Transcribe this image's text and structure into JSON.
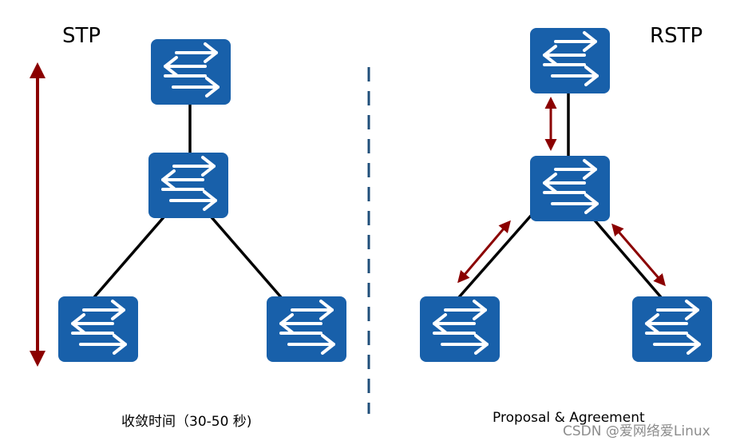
{
  "stp_title": "STP",
  "rstp_title": "RSTP",
  "stp_caption": "收敛时间（30-50 秒)",
  "rstp_caption": "Proposal & Agreement",
  "watermark": "CSDN @爱网络爱Linux",
  "colors": {
    "switch_fill": "#1860aa",
    "switch_arrow": "#ffffff",
    "link": "#000000",
    "convergence_arrow": "#8b0000",
    "divider": "#1f4e79"
  },
  "stp_topology": {
    "switches": [
      "stp-switch-top",
      "stp-switch-middle",
      "stp-switch-bottom-left",
      "stp-switch-bottom-right"
    ],
    "links": [
      [
        "stp-switch-top",
        "stp-switch-middle"
      ],
      [
        "stp-switch-middle",
        "stp-switch-bottom-left"
      ],
      [
        "stp-switch-middle",
        "stp-switch-bottom-right"
      ]
    ]
  },
  "rstp_topology": {
    "switches": [
      "rstp-switch-top",
      "rstp-switch-middle",
      "rstp-switch-bottom-left",
      "rstp-switch-bottom-right"
    ],
    "links": [
      [
        "rstp-switch-top",
        "rstp-switch-middle"
      ],
      [
        "rstp-switch-middle",
        "rstp-switch-bottom-left"
      ],
      [
        "rstp-switch-middle",
        "rstp-switch-bottom-right"
      ]
    ]
  },
  "icon": "switch-icon"
}
